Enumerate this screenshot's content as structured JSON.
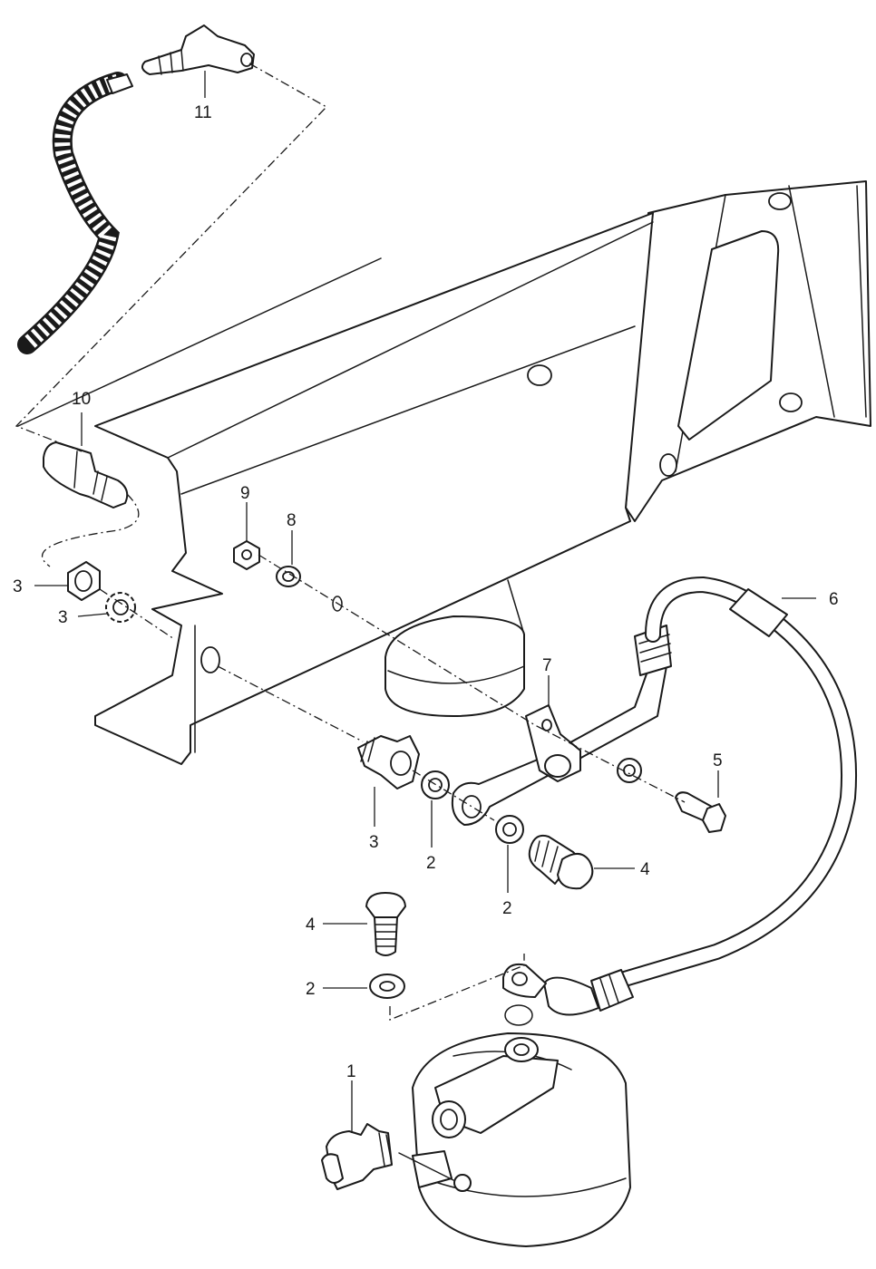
{
  "diagram": {
    "type": "exploded-parts-diagram",
    "callouts": {
      "c1": "1",
      "c2a": "2",
      "c2b": "2",
      "c2c": "2",
      "c3a": "3",
      "c3b": "3",
      "c3c": "3",
      "c4a": "4",
      "c4b": "4",
      "c5": "5",
      "c6": "6",
      "c7": "7",
      "c8": "8",
      "c9": "9",
      "c10": "10",
      "c11": "11"
    },
    "colors": {
      "line": "#1a1a1a",
      "background": "#ffffff"
    }
  }
}
